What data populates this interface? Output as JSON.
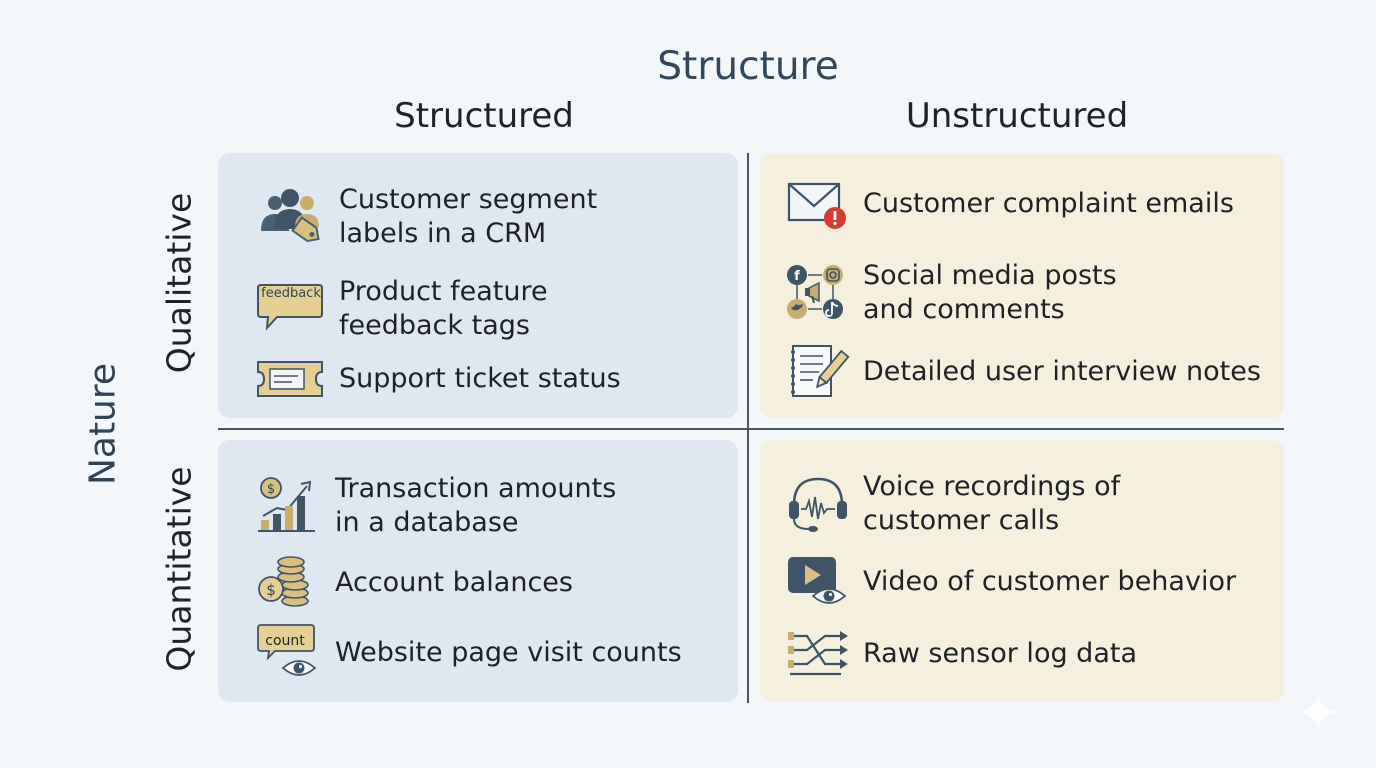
{
  "axis": {
    "top_title": "Structure",
    "side_title": "Nature"
  },
  "columns": {
    "structured": "Structured",
    "unstructured": "Unstructured"
  },
  "rows": {
    "qualitative": "Qualitative",
    "quantitative": "Quantitative"
  },
  "quadrants": {
    "structured_qualitative": [
      {
        "icon": "people-tag-icon",
        "line1": "Customer segment",
        "line2": "labels in a CRM"
      },
      {
        "icon": "feedback-bubble-icon",
        "icon_text": "feedback",
        "line1": "Product feature",
        "line2": "feedback tags"
      },
      {
        "icon": "ticket-icon",
        "line1": "Support ticket status",
        "line2": ""
      }
    ],
    "unstructured_qualitative": [
      {
        "icon": "email-alert-icon",
        "line1": "Customer complaint emails",
        "line2": ""
      },
      {
        "icon": "social-media-icon",
        "line1": "Social media posts",
        "line2": "and comments"
      },
      {
        "icon": "notepad-pencil-icon",
        "line1": "Detailed user interview notes",
        "line2": ""
      }
    ],
    "structured_quantitative": [
      {
        "icon": "growth-chart-icon",
        "line1": "Transaction amounts",
        "line2": "in a database"
      },
      {
        "icon": "coins-stack-icon",
        "line1": "Account balances",
        "line2": ""
      },
      {
        "icon": "count-eye-icon",
        "icon_text": "count",
        "line1": "Website page visit counts",
        "line2": ""
      }
    ],
    "unstructured_quantitative": [
      {
        "icon": "headset-waveform-icon",
        "line1": "Voice recordings of",
        "line2": "customer calls"
      },
      {
        "icon": "video-eye-icon",
        "line1": "Video of customer behavior",
        "line2": ""
      },
      {
        "icon": "sensor-data-icon",
        "line1": "Raw sensor log data",
        "line2": ""
      }
    ]
  },
  "colors": {
    "structured_bg": "#dfe7f0",
    "unstructured_bg": "#f4f0dd",
    "title_color": "#33475b",
    "icon_navy": "#3f5467",
    "icon_gold": "#c9ad6d",
    "alert_red": "#d63a32"
  }
}
